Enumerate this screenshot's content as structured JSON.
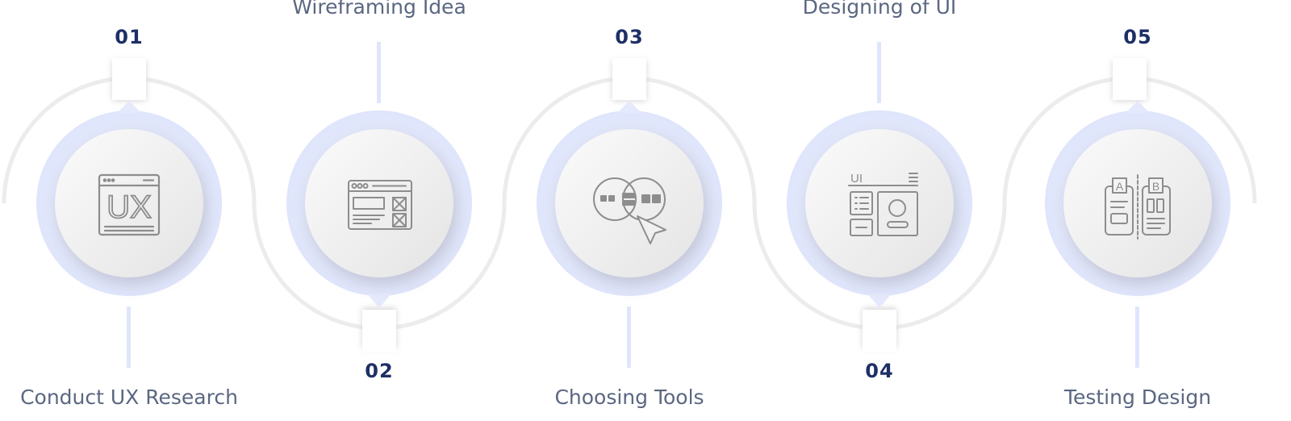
{
  "steps": [
    {
      "number": "01",
      "title": "Conduct UX Research",
      "icon": "ux-window-icon",
      "position": "top"
    },
    {
      "number": "02",
      "title": "Wireframing Idea",
      "icon": "wireframe-icon",
      "position": "bottom"
    },
    {
      "number": "03",
      "title": "Choosing Tools",
      "icon": "tools-venn-cursor-icon",
      "position": "top"
    },
    {
      "number": "04",
      "title": "Designing of UI",
      "icon": "ui-layout-icon",
      "position": "bottom"
    },
    {
      "number": "05",
      "title": "Testing Design",
      "icon": "ab-testing-icon",
      "position": "top"
    }
  ],
  "icon_text": {
    "ux": "UX",
    "ui": "UI",
    "a": "A",
    "b": "B"
  },
  "colors": {
    "number": "#1d2f66",
    "title": "#5b6781",
    "halo": "#e4e9fb",
    "connector": "#dfe6fb",
    "arc": "#ececee",
    "icon": "#8d8d8d"
  }
}
